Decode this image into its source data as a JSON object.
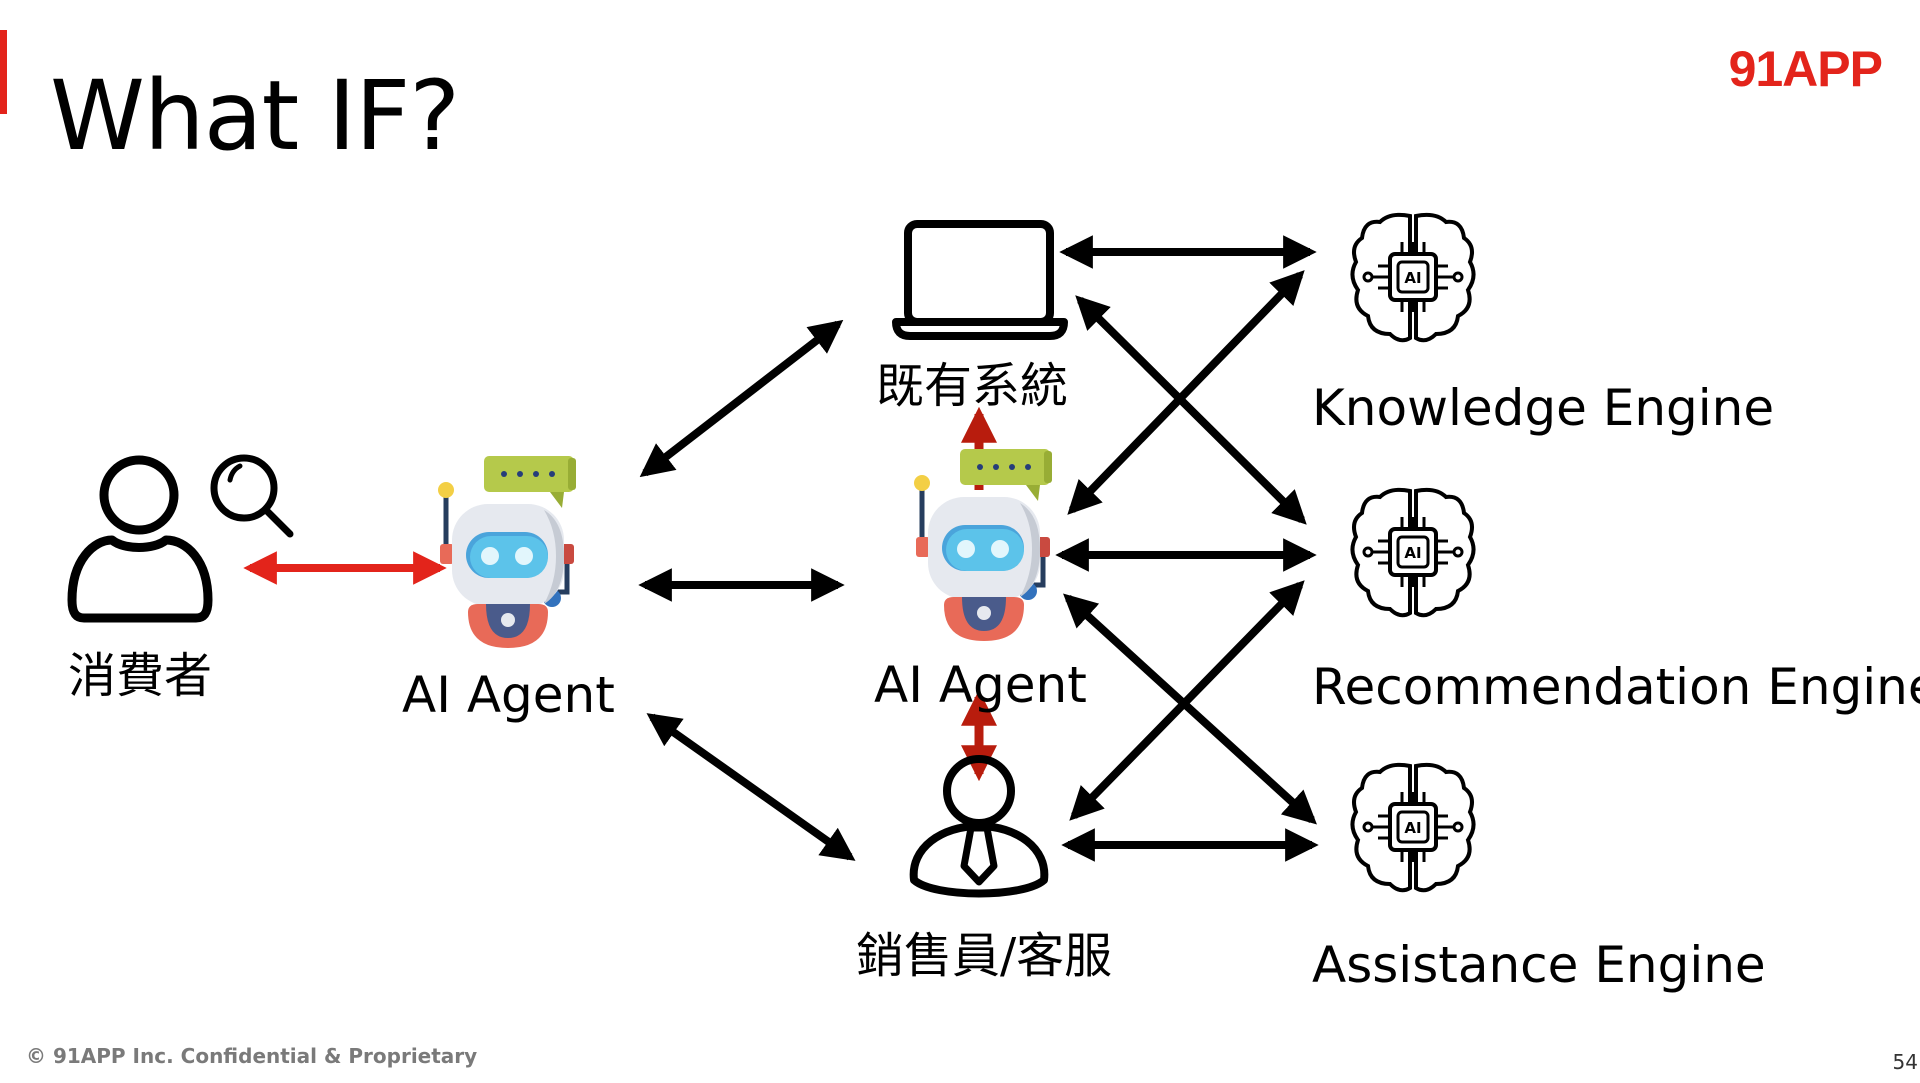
{
  "slide": {
    "title": "What IF?",
    "logo": "91APP",
    "footer": "© 91APP Inc. Confidential & Proprietary",
    "page_number": "54",
    "colors": {
      "brand": "#e3241b",
      "arrow_primary": "#000000",
      "arrow_consumer": "#e3241b",
      "arrow_internal": "#b81c0d"
    }
  },
  "nodes": {
    "consumer": {
      "label": "消費者",
      "icon": "user-search-icon"
    },
    "agent_left": {
      "label": "AI Agent",
      "icon": "robot-icon"
    },
    "legacy_system": {
      "label": "既有系統",
      "icon": "laptop-icon"
    },
    "agent_center": {
      "label": "AI Agent",
      "icon": "robot-icon"
    },
    "sales_service": {
      "label": "銷售員/客服",
      "icon": "businessperson-icon"
    },
    "knowledge_engine": {
      "label": "Knowledge Engine",
      "icon": "ai-brain-icon"
    },
    "recommendation_engine": {
      "label": "Recommendation Engine",
      "icon": "ai-brain-icon"
    },
    "assistance_engine": {
      "label": "Assistance Engine",
      "icon": "ai-brain-icon"
    }
  },
  "edges": [
    {
      "from": "consumer",
      "to": "agent_left",
      "style": "consumer",
      "bidirectional": true
    },
    {
      "from": "agent_left",
      "to": "legacy_system",
      "style": "primary",
      "bidirectional": true
    },
    {
      "from": "agent_left",
      "to": "agent_center",
      "style": "primary",
      "bidirectional": true
    },
    {
      "from": "agent_left",
      "to": "sales_service",
      "style": "primary",
      "bidirectional": true
    },
    {
      "from": "legacy_system",
      "to": "knowledge_engine",
      "style": "primary",
      "bidirectional": true
    },
    {
      "from": "legacy_system",
      "to": "recommendation_engine",
      "style": "primary",
      "bidirectional": true
    },
    {
      "from": "agent_center",
      "to": "knowledge_engine",
      "style": "primary",
      "bidirectional": true
    },
    {
      "from": "agent_center",
      "to": "recommendation_engine",
      "style": "primary",
      "bidirectional": true
    },
    {
      "from": "agent_center",
      "to": "assistance_engine",
      "style": "primary",
      "bidirectional": true
    },
    {
      "from": "sales_service",
      "to": "recommendation_engine",
      "style": "primary",
      "bidirectional": true
    },
    {
      "from": "sales_service",
      "to": "assistance_engine",
      "style": "primary",
      "bidirectional": true
    },
    {
      "from": "agent_center",
      "to": "legacy_system",
      "style": "internal",
      "bidirectional": false
    },
    {
      "from": "agent_center",
      "to": "sales_service",
      "style": "internal",
      "bidirectional": true
    }
  ]
}
